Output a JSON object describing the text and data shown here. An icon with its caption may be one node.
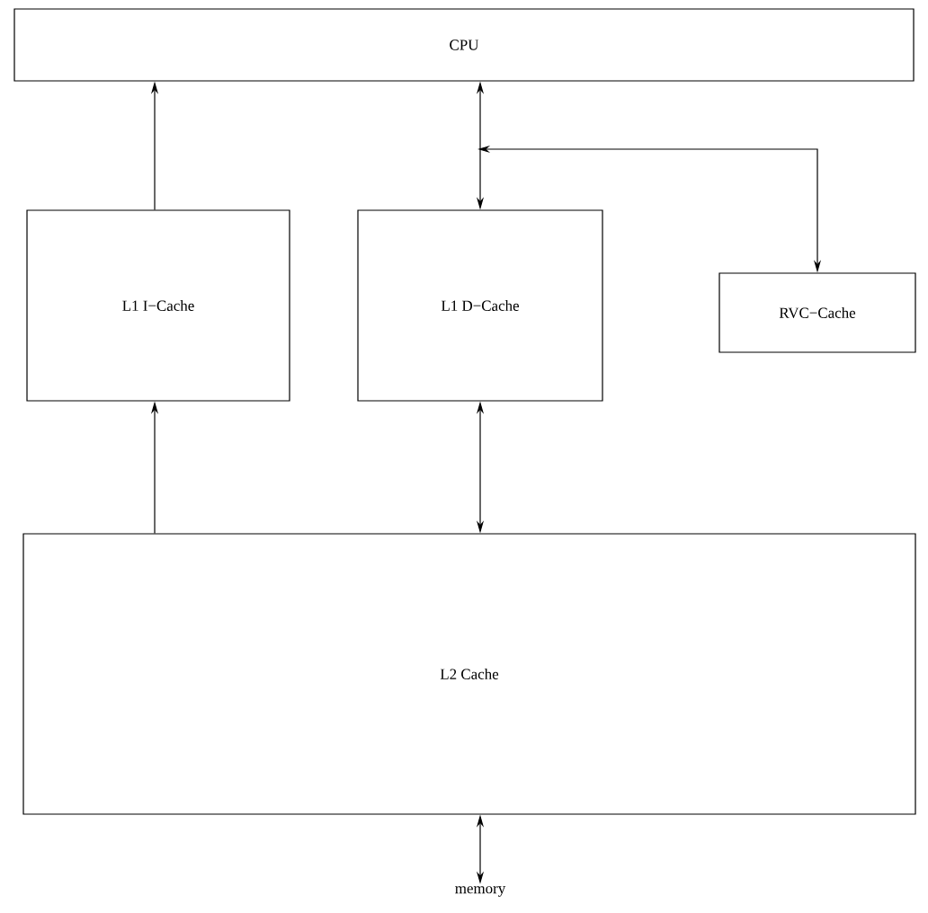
{
  "diagram": {
    "nodes": [
      {
        "text": [
          "CPU"
        ]
      },
      {
        "text": [
          "L1 I−Cache"
        ]
      },
      {
        "text": [
          "L1 D−Cache"
        ]
      },
      {
        "text": [
          "RVC−Cache"
        ]
      },
      {
        "text": [
          "L2 Cache"
        ]
      },
      {
        "text": [
          "memory"
        ]
      }
    ],
    "edges": [
      {
        "from": 1,
        "to": 0,
        "arrow": "to"
      },
      {
        "from": 2,
        "to": 0,
        "arrow": "both"
      },
      {
        "from": 3,
        "to": 0,
        "arrow": "both"
      },
      {
        "from": 4,
        "to": 1,
        "arrow": "to"
      },
      {
        "from": 2,
        "to": 4,
        "arrow": "both"
      },
      {
        "from": 4,
        "to": 5,
        "arrow": "both"
      }
    ]
  }
}
